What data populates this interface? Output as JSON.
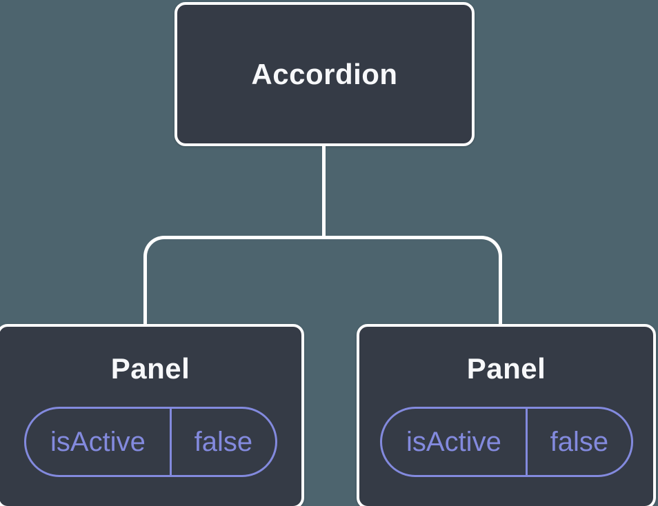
{
  "diagram": {
    "root": {
      "label": "Accordion"
    },
    "children": [
      {
        "label": "Panel",
        "props": [
          {
            "name": "isActive",
            "value": "false"
          }
        ]
      },
      {
        "label": "Panel",
        "props": [
          {
            "name": "isActive",
            "value": "false"
          }
        ]
      }
    ]
  },
  "colors": {
    "background": "#4d646e",
    "node_fill": "#353b46",
    "node_border": "#ffffff",
    "node_text": "#f7f8fa",
    "connector": "#ffffff",
    "prop_accent": "#838ade"
  }
}
